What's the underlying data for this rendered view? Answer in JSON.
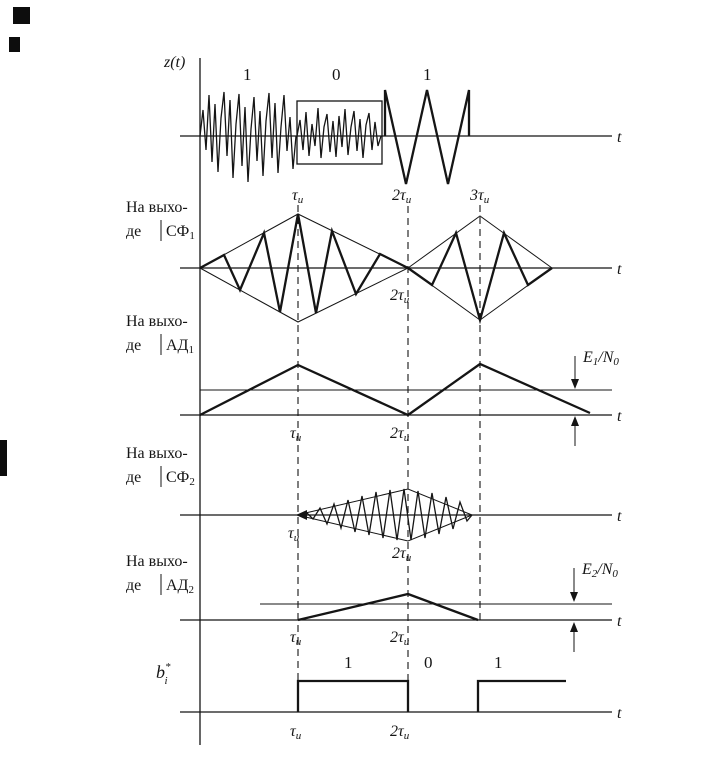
{
  "figure": {
    "signal_label": "z(t)",
    "t_label": "t"
  },
  "top_bits": [
    "1",
    "0",
    "1"
  ],
  "bottom_bits": [
    "1",
    "0",
    "1"
  ],
  "time_labels": {
    "tau": "τ",
    "tau_sub": "и",
    "two_tau": "2τ",
    "two_tau_sub": "и",
    "three_tau": "3τ",
    "three_tau_sub": "и"
  },
  "rows": {
    "sf1": {
      "line1": "На выхо-",
      "line2": "де",
      "block": "СФ",
      "block_sub": "1"
    },
    "ad1": {
      "line1": "На выхо-",
      "line2": "де",
      "block": "АД",
      "block_sub": "1"
    },
    "sf2": {
      "line1": "На выхо-",
      "line2": "де",
      "block": "СФ",
      "block_sub": "2"
    },
    "ad2": {
      "line1": "На выхо-",
      "line2": "де",
      "block": "АД",
      "block_sub": "2"
    }
  },
  "thresholds": {
    "e1": {
      "e": "E",
      "e_sub": "1",
      "over_n": "/N",
      "n_sub": "0"
    },
    "e2": {
      "e": "E",
      "e_sub": "2",
      "over_n": "/N",
      "n_sub": "0"
    }
  },
  "output": {
    "base": "b",
    "sup": "*",
    "sub": "i"
  },
  "colors": {
    "ink": "#151515",
    "paper": "#ffffff"
  }
}
